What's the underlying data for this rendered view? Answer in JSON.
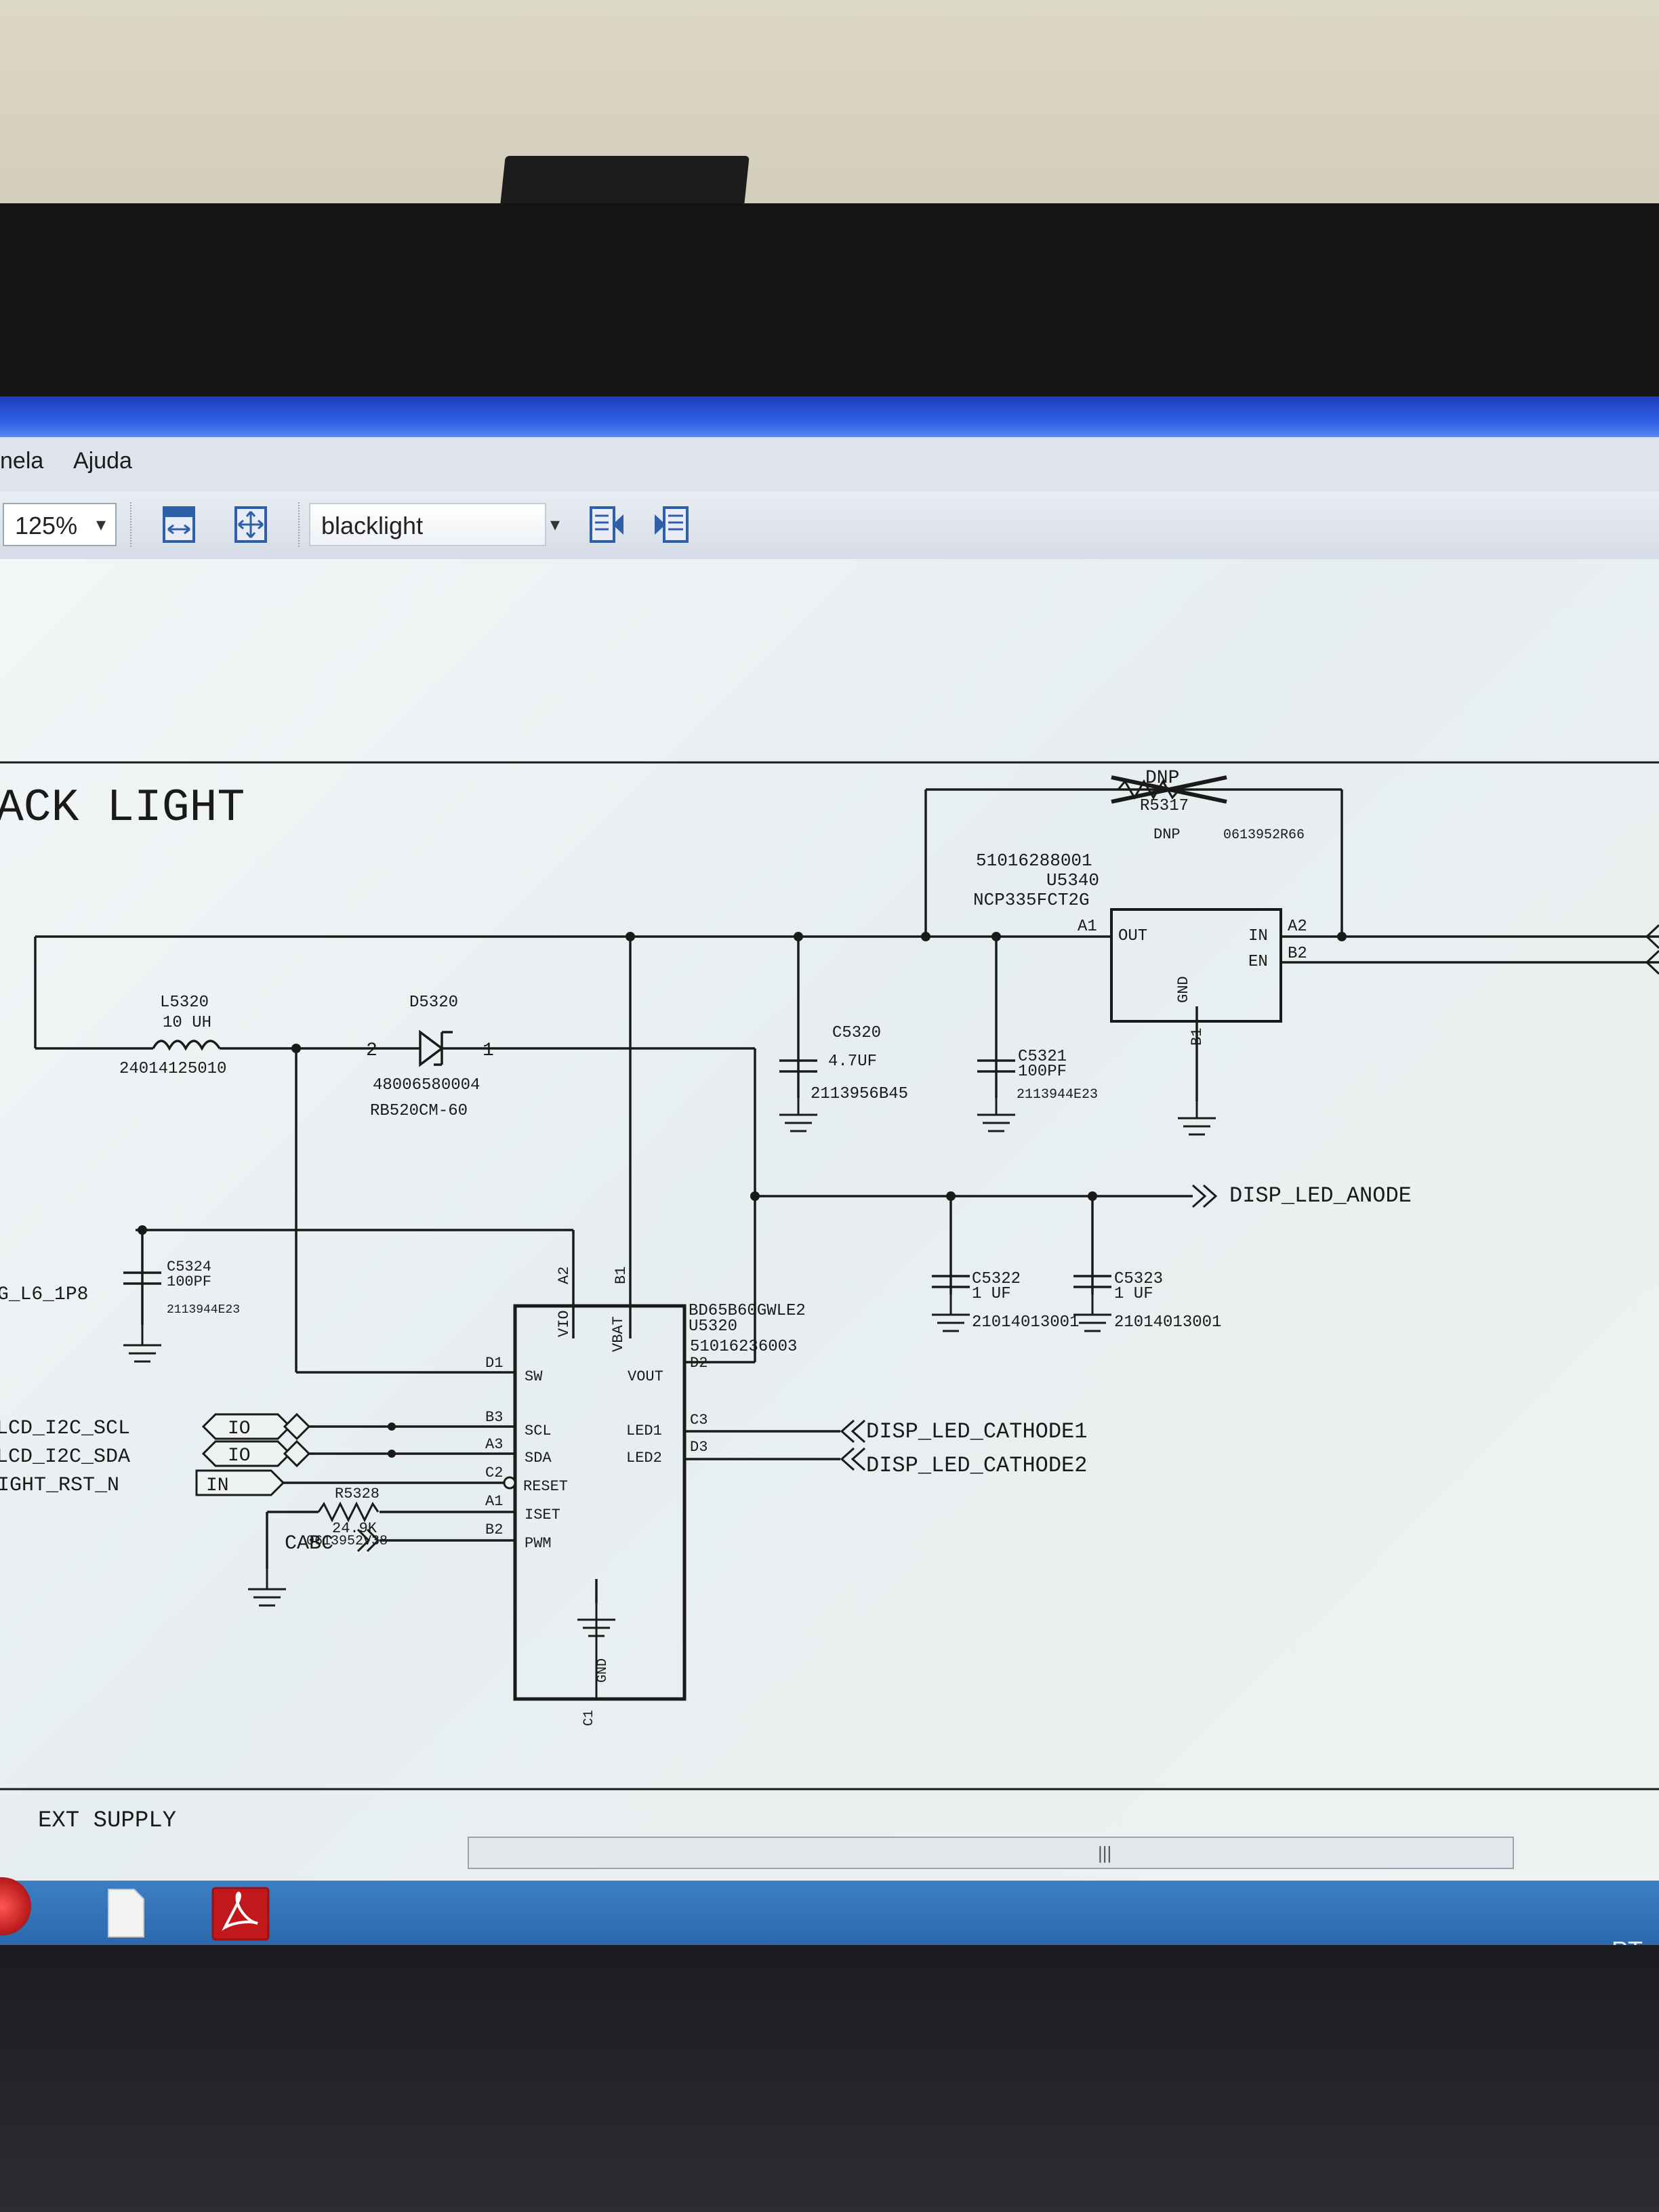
{
  "menu": {
    "items": [
      "nela",
      "Ajuda"
    ]
  },
  "toolbar": {
    "zoom_value": "125%",
    "search_value": "blacklight"
  },
  "schematic": {
    "section_title": "ACK LIGHT",
    "regulator": {
      "dnp_top": "DNP",
      "ref": "R5317",
      "dnp_mark": "DNP",
      "part_no": "0613952R66",
      "u_part": "51016288001",
      "u_ref": "U5340",
      "u_name": "NCP335FCT2G",
      "pin_a1": "A1",
      "pin_out": "OUT",
      "pin_in": "IN",
      "pin_en": "EN",
      "pin_a2": "A2",
      "pin_b2": "B2",
      "pin_gnd": "GND",
      "pin_b1": "B1"
    },
    "inductor": {
      "ref": "L5320",
      "value": "10 UH",
      "part": "24014125010"
    },
    "diode": {
      "ref": "D5320",
      "pin2": "2",
      "pin1": "1",
      "part": "48006580004",
      "name": "RB520CM-60"
    },
    "c5320": {
      "ref": "C5320",
      "value": "4.7UF",
      "part": "2113956B45"
    },
    "c5321": {
      "ref": "C5321",
      "value": "100PF",
      "part": "2113944E23"
    },
    "c5324": {
      "ref": "C5324",
      "value": "100PF",
      "part": "2113944E23"
    },
    "c5322": {
      "ref": "C5322",
      "value": "1 UF",
      "part": "21014013001"
    },
    "c5323": {
      "ref": "C5323",
      "value": "1 UF",
      "part": "21014013001"
    },
    "net_anode": "DISP_LED_ANODE",
    "net_cathode1": "DISP_LED_CATHODE1",
    "net_cathode2": "DISP_LED_CATHODE2",
    "net_left_rail": "G_L6_1P8",
    "net_scl": "LCD_I2C_SCL",
    "net_sda": "LCD_I2C_SDA",
    "net_rst": "IGHT_RST_N",
    "io1": "IO",
    "io2": "IO",
    "in_tag": "IN",
    "cabc": "CABC",
    "r5328": {
      "ref": "R5328",
      "value": "24.9K",
      "part": "0613952V38"
    },
    "ic": {
      "name": "BD65B60GWLE2",
      "ref": "U5320",
      "part": "51016236003",
      "pins": {
        "vio": "VIO",
        "vbat": "VBAT",
        "a2": "A2",
        "b1": "B1",
        "d1": "D1",
        "sw": "SW",
        "vout": "VOUT",
        "d2": "D2",
        "b3": "B3",
        "scl": "SCL",
        "led1": "LED1",
        "c3": "C3",
        "a3": "A3",
        "sda": "SDA",
        "led2": "LED2",
        "d3": "D3",
        "c2": "C2",
        "reset": "RESET",
        "a1": "A1",
        "iset": "ISET",
        "b2": "B2",
        "pwm": "PWM",
        "gnd": "GND",
        "c1": "C1"
      }
    },
    "footer_partial": "EXT SUPPLY"
  },
  "taskbar": {
    "language": "PT"
  }
}
